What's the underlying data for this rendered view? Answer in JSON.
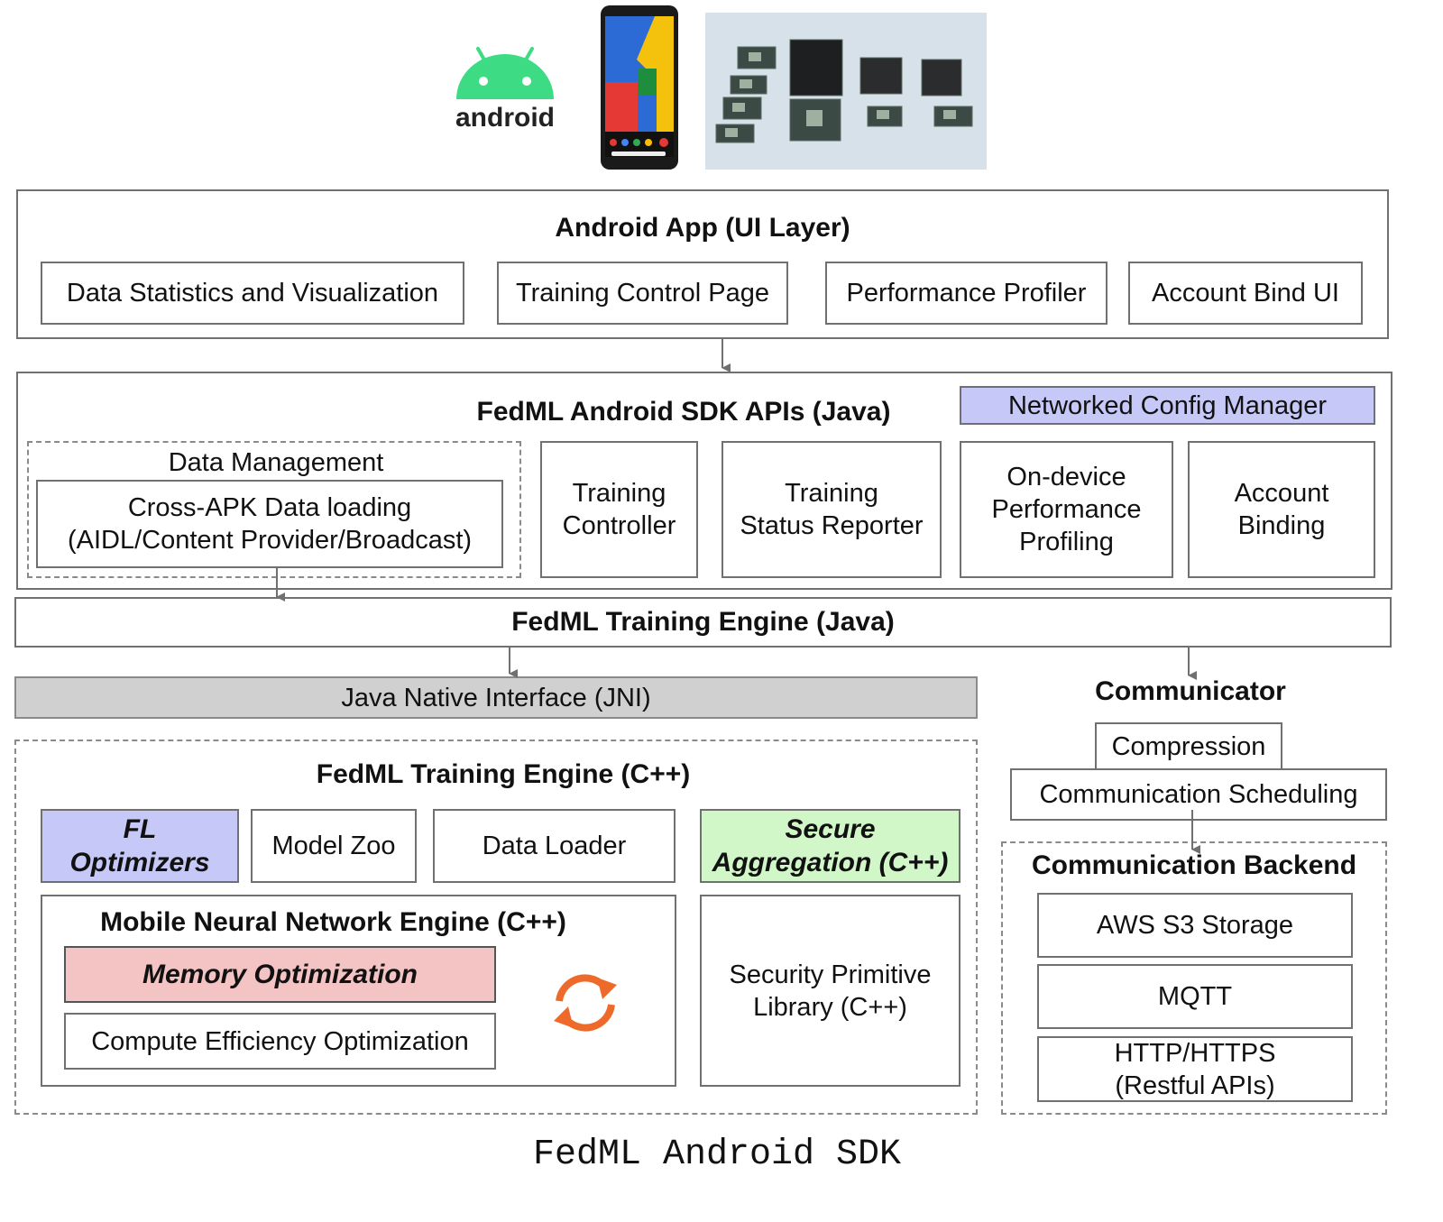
{
  "top": {
    "android_logo_text": "android"
  },
  "ui_layer": {
    "title": "Android App (UI Layer)",
    "items": [
      "Data Statistics and Visualization",
      "Training Control Page",
      "Performance Profiler",
      "Account Bind UI"
    ]
  },
  "sdk_apis": {
    "title": "FedML Android SDK APIs (Java)",
    "config_manager": "Networked Config Manager",
    "data_management": {
      "title": "Data Management",
      "line1": "Cross-APK Data loading",
      "line2": "(AIDL/Content Provider/Broadcast)"
    },
    "training_controller": [
      "Training",
      "Controller"
    ],
    "status_reporter": [
      "Training",
      "Status Reporter"
    ],
    "profiling": [
      "On-device",
      "Performance",
      "Profiling"
    ],
    "account_binding": [
      "Account",
      "Binding"
    ]
  },
  "engine_java": {
    "title": "FedML Training Engine (Java)"
  },
  "jni": {
    "title": "Java Native Interface (JNI)"
  },
  "engine_cpp": {
    "title": "FedML Training Engine (C++)",
    "fl_optimizers": [
      "FL",
      "Optimizers"
    ],
    "model_zoo": "Model Zoo",
    "data_loader": "Data Loader",
    "secure_aggregation": [
      "Secure",
      "Aggregation (C++)"
    ],
    "mnn": {
      "title": "Mobile Neural Network Engine (C++)",
      "memory": "Memory Optimization",
      "compute": "Compute Efficiency Optimization"
    },
    "security_library": [
      "Security Primitive",
      "Library (C++)"
    ]
  },
  "communicator": {
    "title": "Communicator",
    "compression": "Compression",
    "scheduling": "Communication Scheduling",
    "backend": {
      "title": "Communication Backend",
      "items": [
        "AWS S3 Storage",
        "MQTT"
      ],
      "http": [
        "HTTP/HTTPS",
        "(Restful APIs)"
      ]
    }
  },
  "caption": "FedML Android SDK",
  "colors": {
    "config_manager": "#c6c8f8",
    "fl_optimizers": "#c6c8f8",
    "secure_aggregation": "#d1f6c8",
    "memory": "#f4c3c3",
    "jni": "#d0d0d0",
    "android_green": "#3ddc84",
    "sync_icon": "#ee6a2b"
  }
}
